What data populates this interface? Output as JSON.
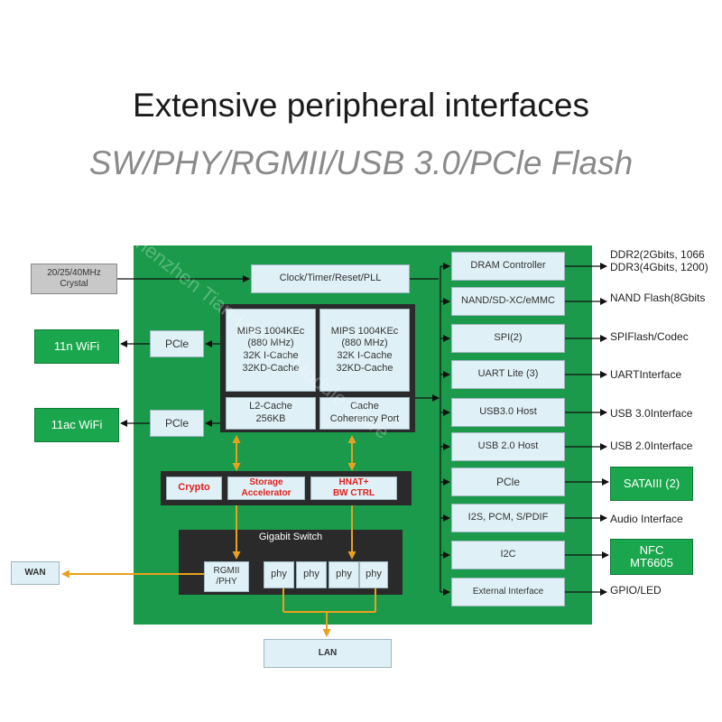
{
  "header": {
    "title": "Extensive peripheral interfaces",
    "subtitle": "SW/PHY/RGMII/USB 3.0/PCle Flash"
  },
  "crystal": "20/25/40MHz\nCrystal",
  "clock": "Clock/Timer/Reset/PLL",
  "cpu": {
    "core1": "MIPS 1004KEc\n(880 MHz)\n32K I-Cache\n32KD-Cache",
    "core2": "MIPS 1004KEc\n(880 MHz)\n32K I-Cache\n32KD-Cache",
    "l2": "L2-Cache\n256KB",
    "coherency": "Cache\nCoherency Port"
  },
  "wifi": [
    {
      "label": "11n WiFi",
      "bus": "PCle"
    },
    {
      "label": "11ac WiFi",
      "bus": "PCle"
    }
  ],
  "accel": {
    "crypto": "Crypto",
    "storage": "Storage\nAccelerator",
    "hnat": "HNAT+\nBW CTRL"
  },
  "switch": {
    "title": "Gigabit Switch",
    "rgmii": "RGMII\n/PHY",
    "phys": [
      "phy",
      "phy",
      "phy",
      "phy"
    ]
  },
  "wan": "WAN",
  "lan": "LAN",
  "peripherals": [
    {
      "box": "DRAM Controller",
      "out": "DDR2(2Gbits, 1066\nDDR3(4Gbits, 1200)"
    },
    {
      "box": "NAND/SD-XC/eMMC",
      "out": "NAND Flash(8Gbits"
    },
    {
      "box": "SPI(2)",
      "out": "SPIFlash/Codec"
    },
    {
      "box": "UART Lite (3)",
      "out": "UARTInterface"
    },
    {
      "box": "USB3.0 Host",
      "out": "USB 3.0Interface"
    },
    {
      "box": "USB 2.0 Host",
      "out": "USB 2.0Interface"
    },
    {
      "box": "PCle",
      "out": "SATAIII (2)"
    },
    {
      "box": "I2S, PCM, S/PDIF",
      "out": "Audio Interface"
    },
    {
      "box": "I2C",
      "out": "NFC\nMT6605"
    },
    {
      "box": "External Interface",
      "out": "GPIO/LED"
    }
  ],
  "watermark": "Shenzhen Tian-Lin IOT Module Store"
}
